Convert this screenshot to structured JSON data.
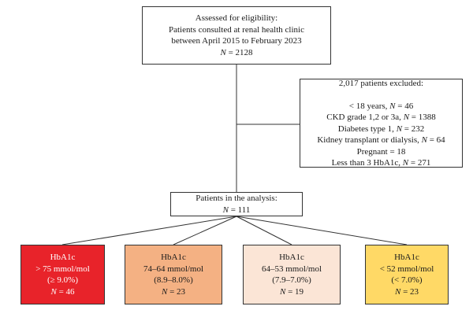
{
  "assessed": {
    "title": "Assessed for eligibility:",
    "line1": "Patients consulted at renal health clinic",
    "line2": "between April 2015 to February 2023",
    "n_symbol": "N",
    "n_value": " = 2128"
  },
  "excluded": {
    "title": "2,017 patients excluded:",
    "items": [
      {
        "text": "< 18 years, ",
        "n_symbol": "N",
        "n_value": " = 46"
      },
      {
        "text": "CKD grade 1,2 or 3a, ",
        "n_symbol": "N",
        "n_value": " = 1388"
      },
      {
        "text": "Diabetes type 1, ",
        "n_symbol": "N",
        "n_value": " = 232"
      },
      {
        "text": "Kidney transplant or dialysis, ",
        "n_symbol": "N",
        "n_value": " = 64"
      },
      {
        "text": "Pregnant = 18",
        "n_symbol": "",
        "n_value": ""
      },
      {
        "text": "Less than 3 HbA1c, ",
        "n_symbol": "N",
        "n_value": " = 271"
      }
    ]
  },
  "analysis": {
    "title": "Patients in the analysis:",
    "n_symbol": "N",
    "n_value": " = 111"
  },
  "groups": [
    {
      "label": "HbA1c",
      "range": "> 75 mmol/mol",
      "percent": "(≥ 9.0%)",
      "n_symbol": "N",
      "n_value": " = 46",
      "fill": "#e8232a",
      "text_color": "#ffffff"
    },
    {
      "label": "HbA1c",
      "range": "74–64 mmol/mol",
      "percent": "(8.9–8.0%)",
      "n_symbol": "N",
      "n_value": " = 23",
      "fill": "#f4b183",
      "text_color": "#1a1a1a"
    },
    {
      "label": "HbA1c",
      "range": "64–53 mmol/mol",
      "percent": "(7.9–7.0%)",
      "n_symbol": "N",
      "n_value": " = 19",
      "fill": "#fbe5d6",
      "text_color": "#1a1a1a"
    },
    {
      "label": "HbA1c",
      "range": "< 52 mmol/mol",
      "percent": "(< 7.0%)",
      "n_symbol": "N",
      "n_value": " = 23",
      "fill": "#ffd966",
      "text_color": "#1a1a1a"
    }
  ],
  "colors": {
    "line": "#333333",
    "border": "#333333"
  }
}
